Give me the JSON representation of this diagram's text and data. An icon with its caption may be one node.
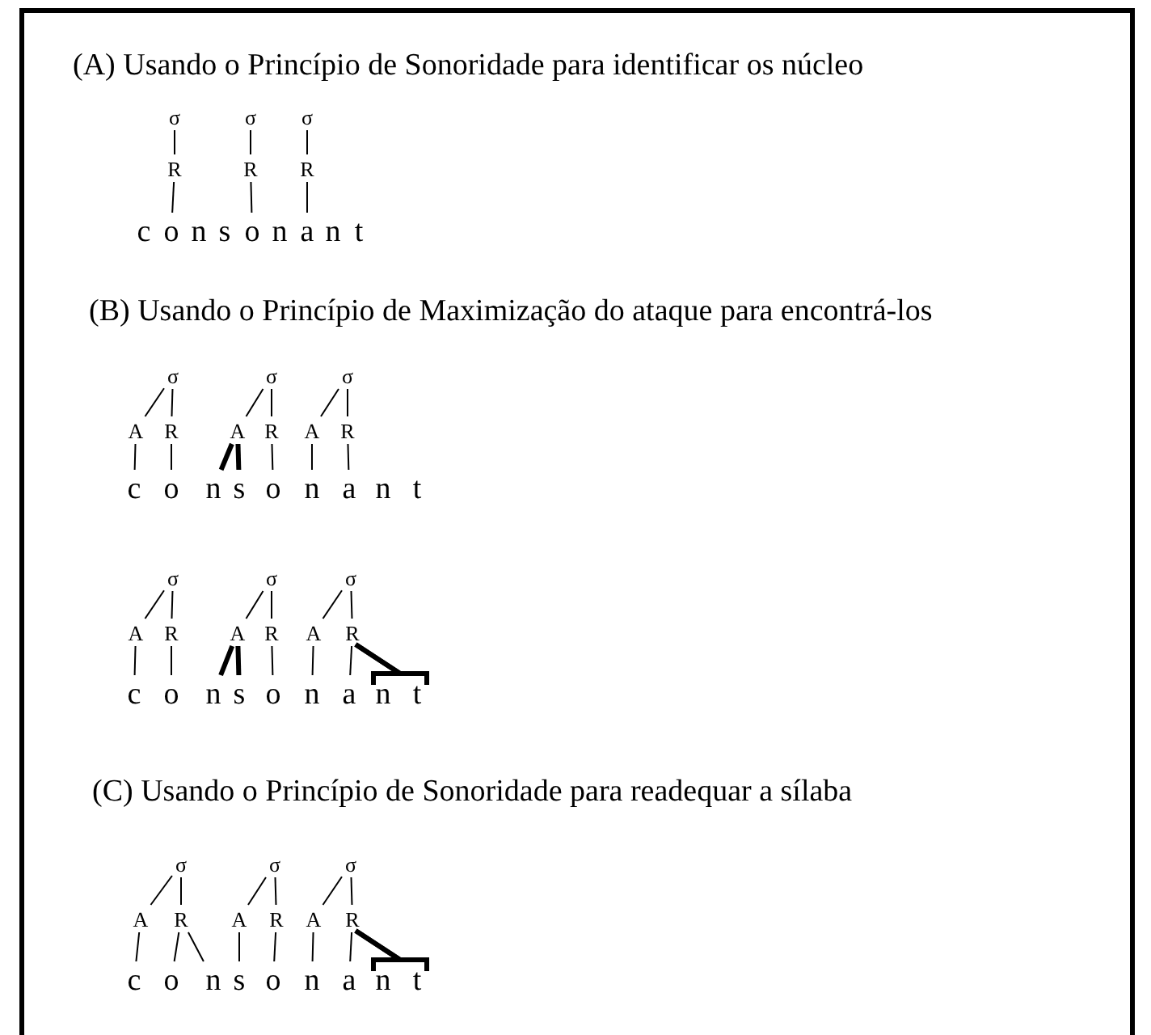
{
  "diagram": {
    "nodes": [
      {
        "text": [
          "σ"
        ]
      },
      {
        "text": [
          "σ"
        ]
      },
      {
        "text": [
          "σ"
        ]
      },
      {
        "text": [
          "R"
        ]
      },
      {
        "text": [
          "R"
        ]
      },
      {
        "text": [
          "R"
        ]
      },
      {
        "text": [
          "c"
        ]
      },
      {
        "text": [
          "o"
        ]
      },
      {
        "text": [
          "n"
        ]
      },
      {
        "text": [
          "s"
        ]
      },
      {
        "text": [
          "o"
        ]
      },
      {
        "text": [
          "n"
        ]
      },
      {
        "text": [
          "a"
        ]
      },
      {
        "text": [
          "n"
        ]
      },
      {
        "text": [
          "t"
        ]
      },
      {
        "text": [
          "σ"
        ]
      },
      {
        "text": [
          "σ"
        ]
      },
      {
        "text": [
          "σ"
        ]
      },
      {
        "text": [
          "A"
        ]
      },
      {
        "text": [
          "R"
        ]
      },
      {
        "text": [
          "A"
        ]
      },
      {
        "text": [
          "R"
        ]
      },
      {
        "text": [
          "A"
        ]
      },
      {
        "text": [
          "R"
        ]
      },
      {
        "text": [
          "c"
        ]
      },
      {
        "text": [
          "o"
        ]
      },
      {
        "text": [
          "n"
        ]
      },
      {
        "text": [
          "s"
        ]
      },
      {
        "text": [
          "o"
        ]
      },
      {
        "text": [
          "n"
        ]
      },
      {
        "text": [
          "a"
        ]
      },
      {
        "text": [
          "n"
        ]
      },
      {
        "text": [
          "t"
        ]
      },
      {
        "text": [
          "σ"
        ]
      },
      {
        "text": [
          "σ"
        ]
      },
      {
        "text": [
          "σ"
        ]
      },
      {
        "text": [
          "A"
        ]
      },
      {
        "text": [
          "R"
        ]
      },
      {
        "text": [
          "A"
        ]
      },
      {
        "text": [
          "R"
        ]
      },
      {
        "text": [
          "A"
        ]
      },
      {
        "text": [
          "R"
        ]
      },
      {
        "text": [
          "c"
        ]
      },
      {
        "text": [
          "o"
        ]
      },
      {
        "text": [
          "n"
        ]
      },
      {
        "text": [
          "s"
        ]
      },
      {
        "text": [
          "o"
        ]
      },
      {
        "text": [
          "n"
        ]
      },
      {
        "text": [
          "a"
        ]
      },
      {
        "text": [
          "n"
        ]
      },
      {
        "text": [
          "t"
        ]
      },
      {
        "text": [
          "σ"
        ]
      },
      {
        "text": [
          "σ"
        ]
      },
      {
        "text": [
          "σ"
        ]
      },
      {
        "text": [
          "A"
        ]
      },
      {
        "text": [
          "R"
        ]
      },
      {
        "text": [
          "A"
        ]
      },
      {
        "text": [
          "R"
        ]
      },
      {
        "text": [
          "A"
        ]
      },
      {
        "text": [
          "R"
        ]
      },
      {
        "text": [
          "c"
        ]
      },
      {
        "text": [
          "o"
        ]
      },
      {
        "text": [
          "n"
        ]
      },
      {
        "text": [
          "s"
        ]
      },
      {
        "text": [
          "o"
        ]
      },
      {
        "text": [
          "n"
        ]
      },
      {
        "text": [
          "a"
        ]
      },
      {
        "text": [
          "n"
        ]
      },
      {
        "text": [
          "t"
        ]
      }
    ],
    "edges": [
      {
        "from": 0,
        "to": 3,
        "arrow": "none"
      },
      {
        "from": 3,
        "to": 7,
        "arrow": "none"
      },
      {
        "from": 1,
        "to": 4,
        "arrow": "none"
      },
      {
        "from": 4,
        "to": 10,
        "arrow": "none"
      },
      {
        "from": 2,
        "to": 5,
        "arrow": "none"
      },
      {
        "from": 5,
        "to": 12,
        "arrow": "none"
      },
      {
        "from": 15,
        "to": 18,
        "arrow": "none"
      },
      {
        "from": 15,
        "to": 19,
        "arrow": "none"
      },
      {
        "from": 18,
        "to": 24,
        "arrow": "none"
      },
      {
        "from": 19,
        "to": 25,
        "arrow": "none"
      },
      {
        "from": 16,
        "to": 20,
        "arrow": "none"
      },
      {
        "from": 16,
        "to": 21,
        "arrow": "none"
      },
      {
        "from": 20,
        "to": 26,
        "arrow": "none",
        "style": "thick"
      },
      {
        "from": 20,
        "to": 27,
        "arrow": "none",
        "style": "thick"
      },
      {
        "from": 21,
        "to": 28,
        "arrow": "none"
      },
      {
        "from": 17,
        "to": 22,
        "arrow": "none"
      },
      {
        "from": 17,
        "to": 23,
        "arrow": "none"
      },
      {
        "from": 22,
        "to": 29,
        "arrow": "none"
      },
      {
        "from": 23,
        "to": 30,
        "arrow": "none"
      },
      {
        "from": 33,
        "to": 36,
        "arrow": "none"
      },
      {
        "from": 33,
        "to": 37,
        "arrow": "none"
      },
      {
        "from": 36,
        "to": 42,
        "arrow": "none"
      },
      {
        "from": 37,
        "to": 43,
        "arrow": "none"
      },
      {
        "from": 34,
        "to": 38,
        "arrow": "none"
      },
      {
        "from": 34,
        "to": 39,
        "arrow": "none"
      },
      {
        "from": 38,
        "to": 44,
        "arrow": "none",
        "style": "thick"
      },
      {
        "from": 38,
        "to": 45,
        "arrow": "none",
        "style": "thick"
      },
      {
        "from": 39,
        "to": 46,
        "arrow": "none"
      },
      {
        "from": 35,
        "to": 40,
        "arrow": "none"
      },
      {
        "from": 35,
        "to": 41,
        "arrow": "none"
      },
      {
        "from": 40,
        "to": 47,
        "arrow": "none"
      },
      {
        "from": 41,
        "to": 48,
        "arrow": "none"
      },
      {
        "from": 41,
        "to": 49,
        "arrow": "none",
        "style": "thick"
      },
      {
        "from": 41,
        "to": 50,
        "arrow": "none",
        "style": "thick"
      },
      {
        "from": 51,
        "to": 54,
        "arrow": "none"
      },
      {
        "from": 51,
        "to": 55,
        "arrow": "none"
      },
      {
        "from": 54,
        "to": 60,
        "arrow": "none"
      },
      {
        "from": 55,
        "to": 61,
        "arrow": "none"
      },
      {
        "from": 55,
        "to": 62,
        "arrow": "none"
      },
      {
        "from": 52,
        "to": 56,
        "arrow": "none"
      },
      {
        "from": 52,
        "to": 57,
        "arrow": "none"
      },
      {
        "from": 56,
        "to": 63,
        "arrow": "none"
      },
      {
        "from": 57,
        "to": 64,
        "arrow": "none"
      },
      {
        "from": 53,
        "to": 58,
        "arrow": "none"
      },
      {
        "from": 53,
        "to": 59,
        "arrow": "none"
      },
      {
        "from": 58,
        "to": 65,
        "arrow": "none"
      },
      {
        "from": 59,
        "to": 66,
        "arrow": "none"
      },
      {
        "from": 59,
        "to": 67,
        "arrow": "none",
        "style": "thick"
      },
      {
        "from": 59,
        "to": 68,
        "arrow": "none",
        "style": "thick"
      }
    ],
    "labels": [
      "(A) Usando o Princípio de Sonoridade para identificar os núcleo",
      "(B) Usando o Princípio de Maximização do ataque para encontrá-los",
      "(C) Usando o Princípio de Sonoridade para readequar a sílaba"
    ]
  }
}
